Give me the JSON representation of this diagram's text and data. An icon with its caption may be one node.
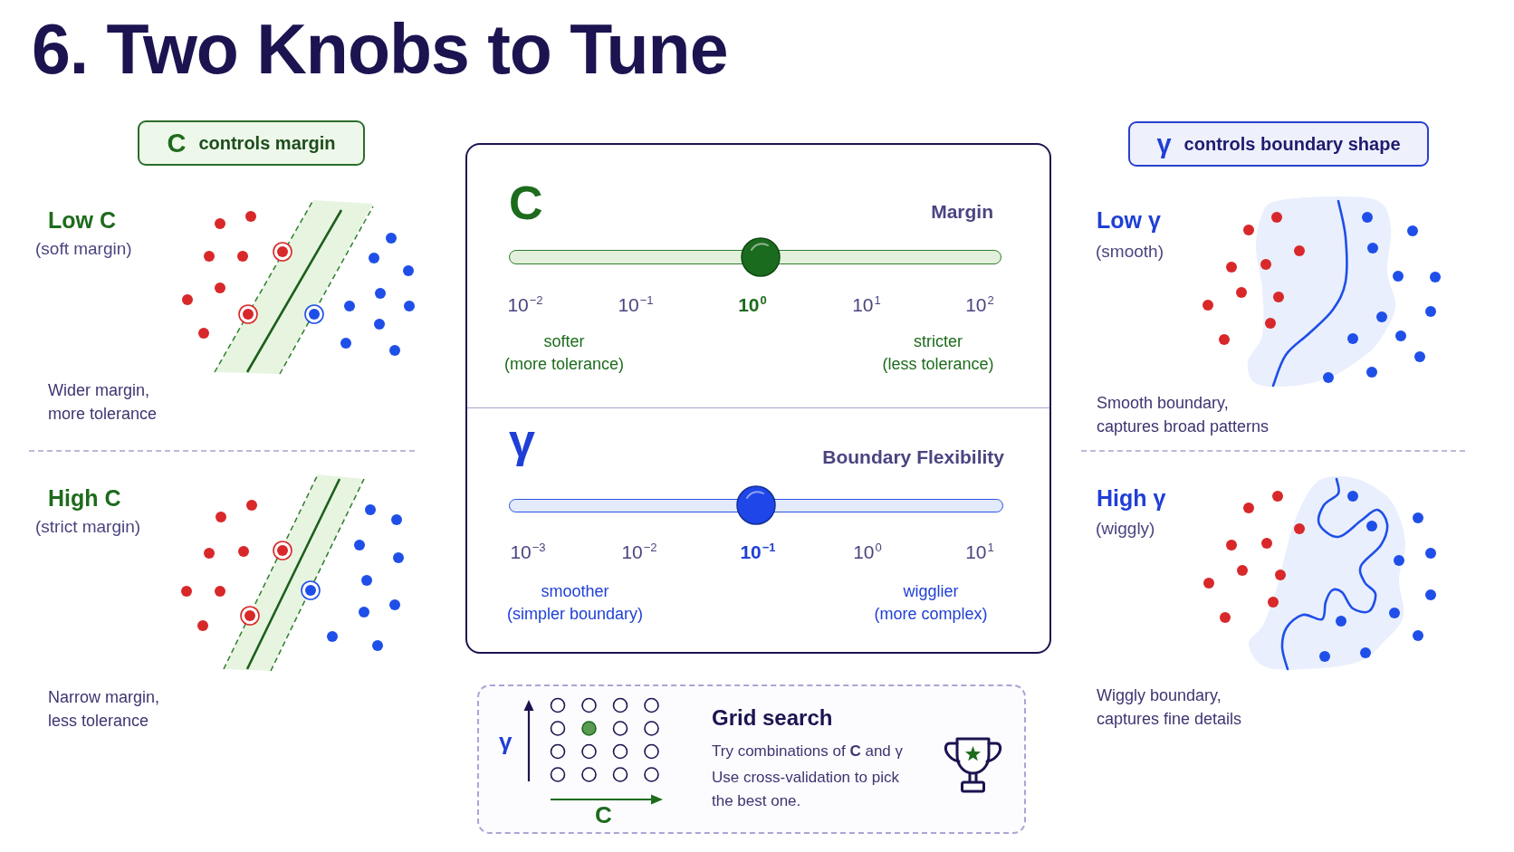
{
  "diagram": {
    "title": "6. Two Knobs to Tune",
    "nodes": [
      {
        "text": [
          "C",
          "controls margin"
        ]
      },
      {
        "text": [
          "γ",
          "controls boundary shape"
        ]
      },
      {
        "text": [
          "C",
          "Margin",
          "10$^{−2}$",
          "10$^{−1}$",
          "10$^{0}$",
          "10$^{1}$",
          "10$^{2}$",
          "softer",
          "(more tolerance)",
          "stricter",
          "(less tolerance)",
          "γ",
          "Boundary Flexibility",
          "10$^{−3}$",
          "10$^{−2}$",
          "10$^{−1}$",
          "10$^{0}$",
          "10$^{1}$",
          "smoother",
          "(simpler boundary)",
          "wigglier",
          "(more complex)"
        ]
      },
      {
        "text": [
          "γ",
          "C",
          "Grid search",
          "Try combinations of **C** and γ",
          "Use cross-validation to pick the best one."
        ]
      }
    ],
    "labels": [
      "Low C",
      "(soft margin)",
      "Wider margin, more tolerance",
      "High C",
      "(strict margin)",
      "Narrow margin, less tolerance",
      "Low γ",
      "(smooth)",
      "Smooth boundary, captures broad patterns",
      "High γ",
      "(wiggly)",
      "Wiggly boundary, captures fine details"
    ]
  }
}
